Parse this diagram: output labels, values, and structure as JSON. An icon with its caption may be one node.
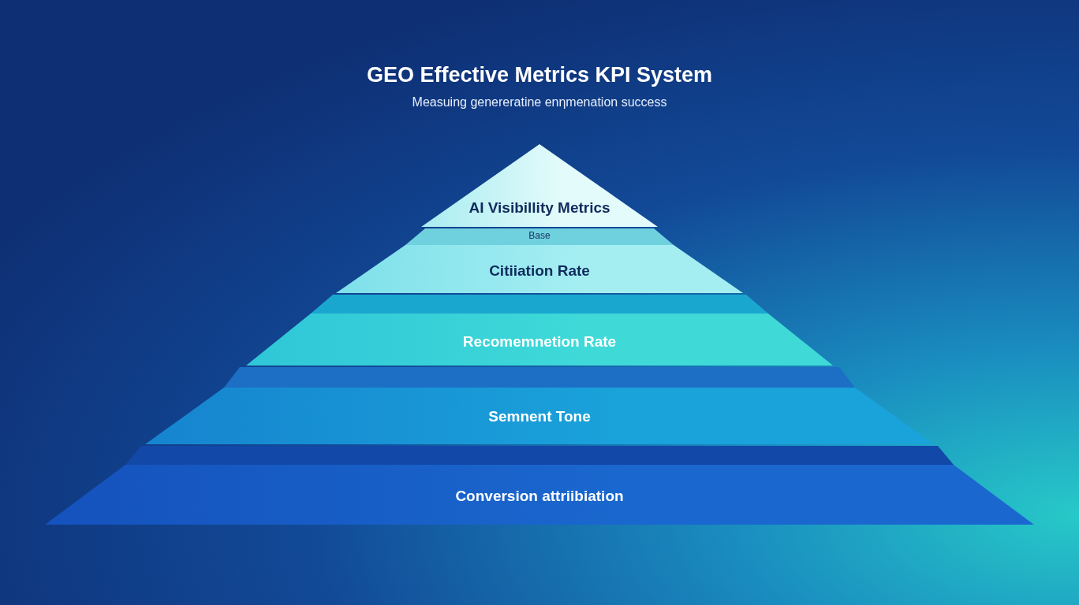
{
  "diagram": {
    "title": "GEO Effective Metrics KPI System",
    "nodes": [
      {
        "text": [
          "AI Visibillity Metrics"
        ]
      },
      {
        "text": [
          "Citiiation Rate"
        ]
      },
      {
        "text": [
          "Recomemnetion Rate"
        ]
      },
      {
        "text": [
          "Semnent Tone"
        ]
      },
      {
        "text": [
          "Conversion attriibiation"
        ]
      }
    ],
    "edges": [],
    "labels": [
      "Measuing genereratine enηmenation success",
      "Base"
    ]
  }
}
